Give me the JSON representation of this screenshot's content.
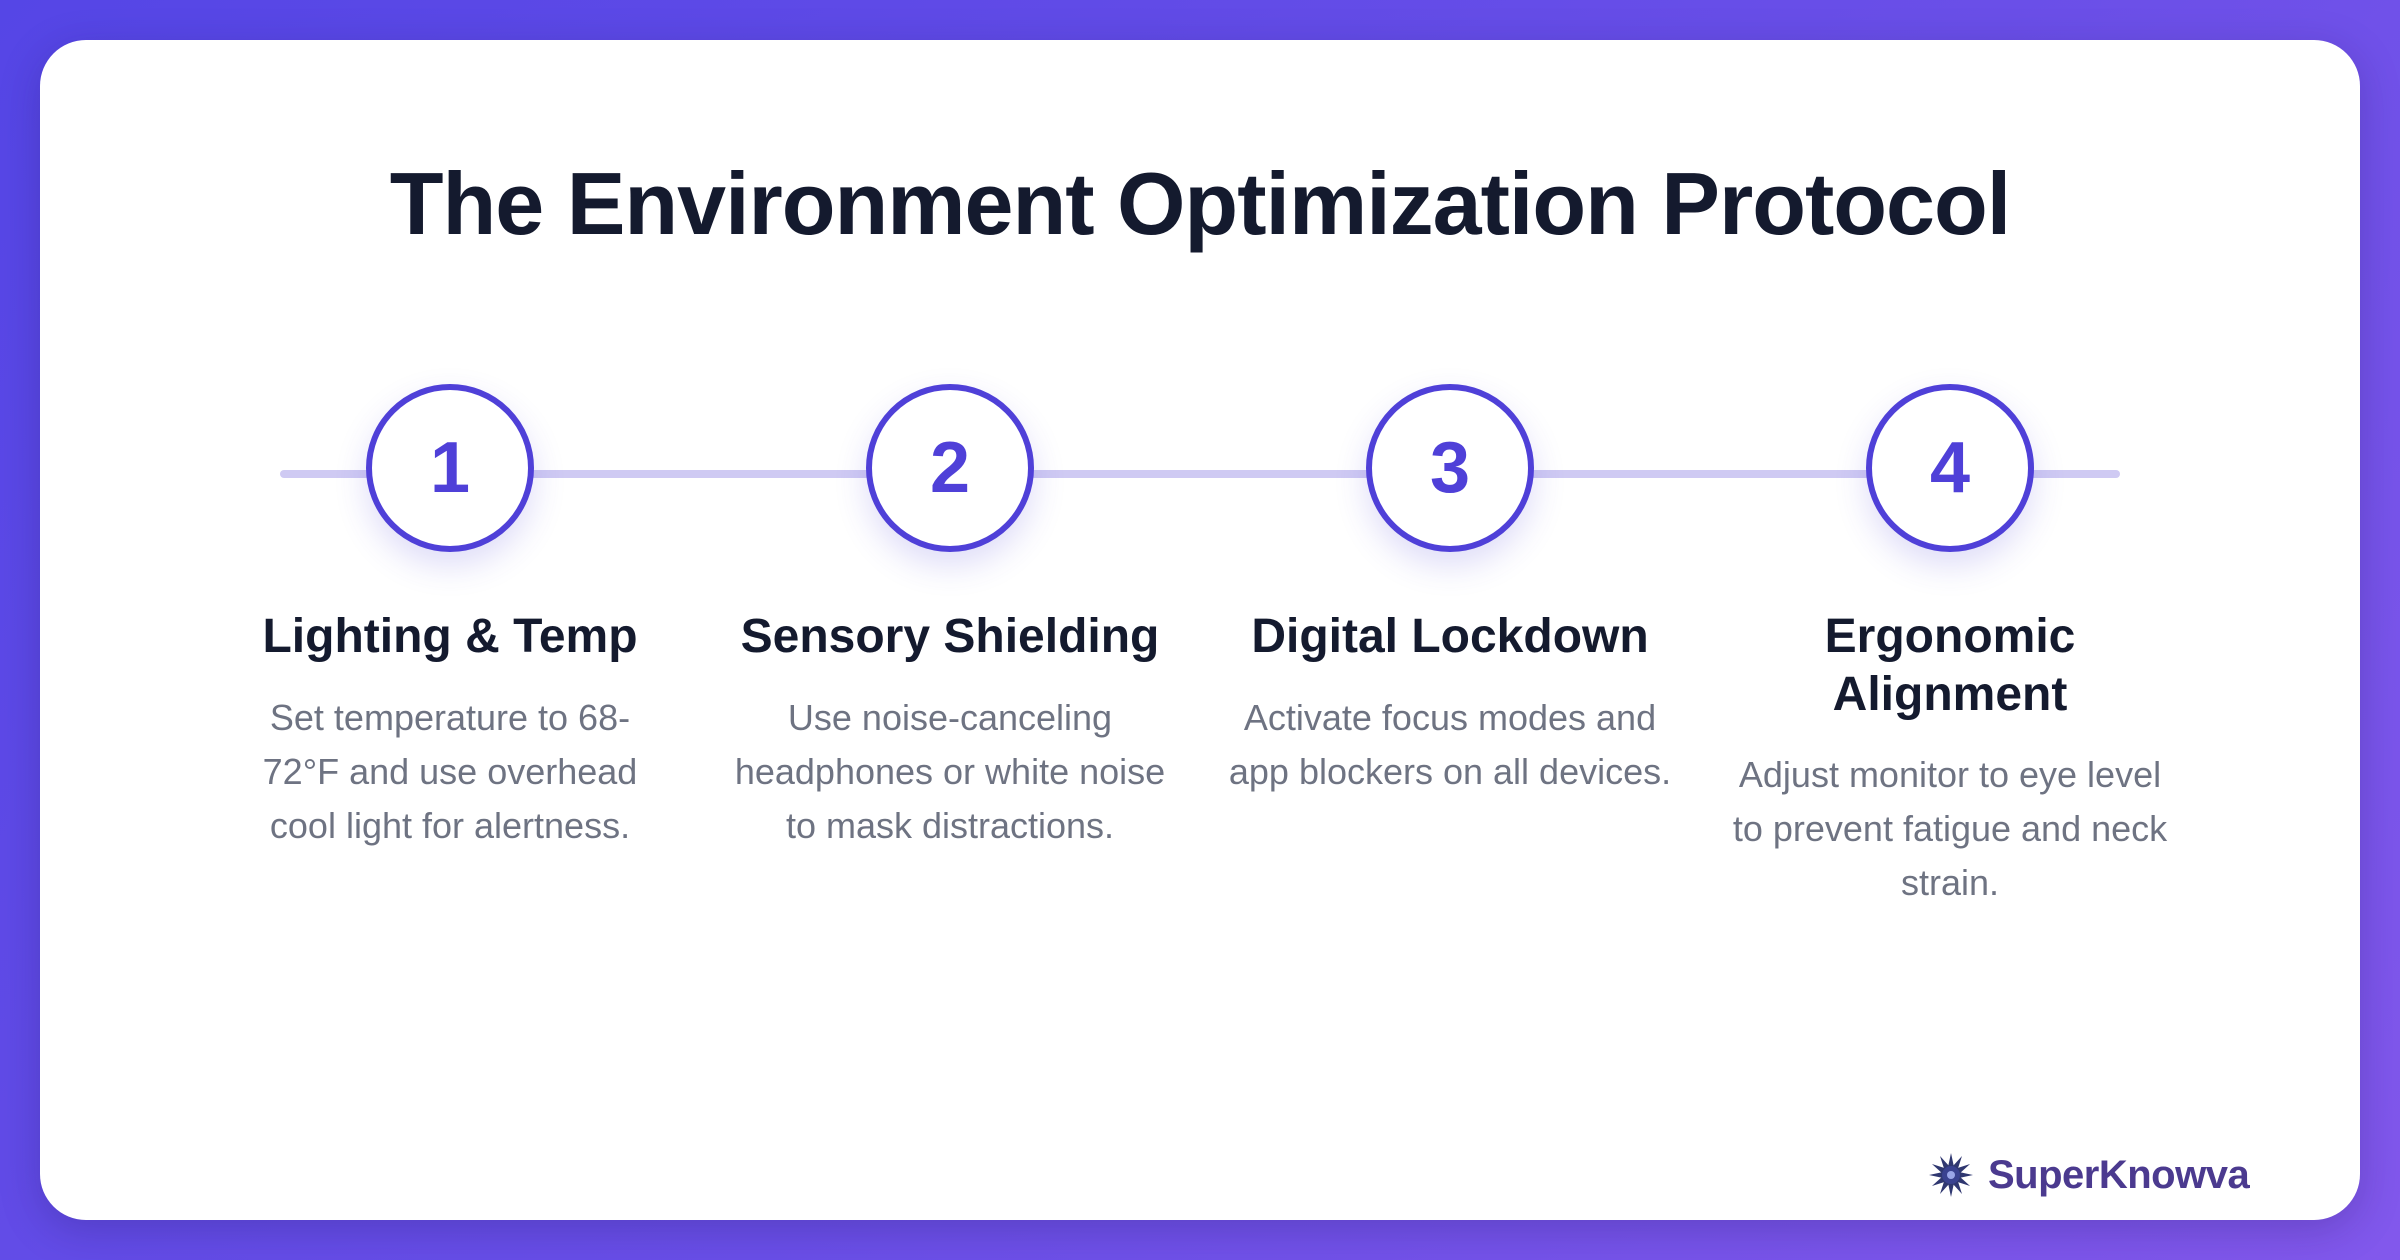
{
  "title": "The Environment Optimization Protocol",
  "steps": [
    {
      "number": "1",
      "title": "Lighting & Temp",
      "description": "Set temperature to 68-72°F and use overhead cool light for alertness."
    },
    {
      "number": "2",
      "title": "Sensory Shielding",
      "description": "Use noise-canceling headphones or white noise to mask distractions."
    },
    {
      "number": "3",
      "title": "Digital Lockdown",
      "description": "Activate focus modes and app blockers on all devices."
    },
    {
      "number": "4",
      "title": "Ergonomic Alignment",
      "description": "Adjust monitor to eye level to prevent fatigue and neck strain."
    }
  ],
  "brand": {
    "name": "SuperKnowva",
    "icon": "starburst-logo-icon"
  },
  "colors": {
    "accent": "#4f40d8",
    "connector": "#cfcaf3",
    "heading": "#141a2e",
    "body_text": "#6e7382",
    "background_start": "#5546e6",
    "background_end": "#8258ec"
  }
}
